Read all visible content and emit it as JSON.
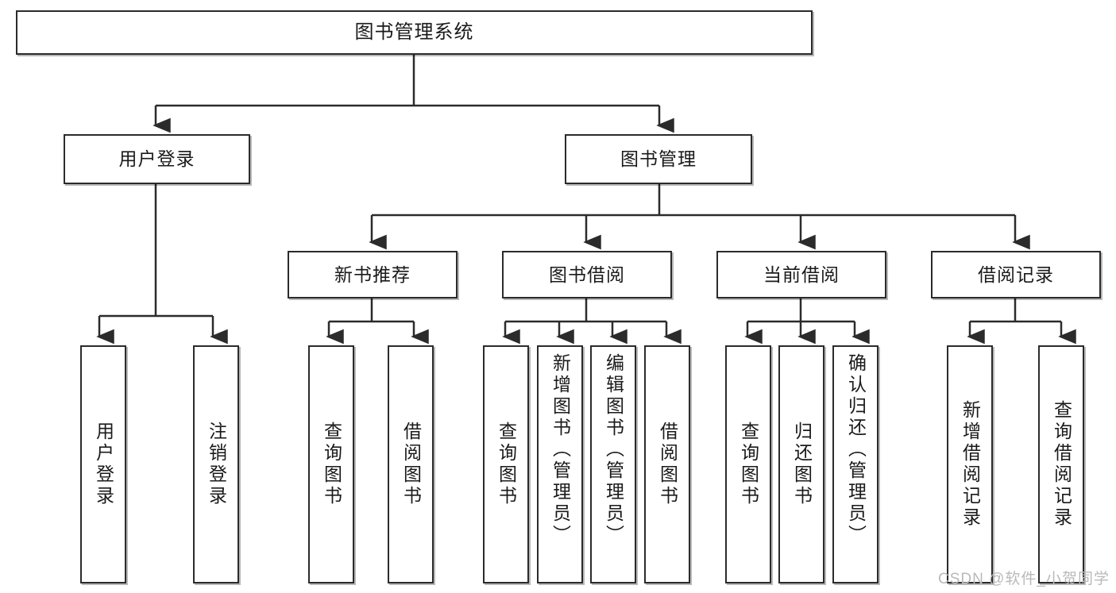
{
  "diagram": {
    "type": "tree-hierarchy",
    "title": "图书管理系统",
    "root": {
      "label": "图书管理系统"
    },
    "level2": [
      {
        "label": "用户登录"
      },
      {
        "label": "图书管理"
      }
    ],
    "level3": [
      {
        "label": "新书推荐"
      },
      {
        "label": "图书借阅"
      },
      {
        "label": "当前借阅"
      },
      {
        "label": "借阅记录"
      }
    ],
    "leaves": [
      {
        "label": "用户登录",
        "parent": "用户登录"
      },
      {
        "label": "注销登录",
        "parent": "用户登录"
      },
      {
        "label": "查询图书",
        "parent": "新书推荐"
      },
      {
        "label": "借阅图书",
        "parent": "新书推荐"
      },
      {
        "label": "查询图书",
        "parent": "图书借阅"
      },
      {
        "label": "新增图书（管理员）",
        "parent": "图书借阅"
      },
      {
        "label": "编辑图书（管理员）",
        "parent": "图书借阅"
      },
      {
        "label": "借阅图书",
        "parent": "图书借阅"
      },
      {
        "label": "查询图书",
        "parent": "当前借阅"
      },
      {
        "label": "归还图书",
        "parent": "当前借阅"
      },
      {
        "label": "确认归还（管理员）",
        "parent": "当前借阅"
      },
      {
        "label": "新增借阅记录",
        "parent": "借阅记录"
      },
      {
        "label": "查询借阅记录",
        "parent": "借阅记录"
      }
    ],
    "watermark": "CSDN @软件_小贺同学",
    "colors": {
      "border": "#2b2b2b",
      "background": "#ffffff",
      "text": "#1a1a1a",
      "watermark": "#b9b9b9"
    }
  }
}
